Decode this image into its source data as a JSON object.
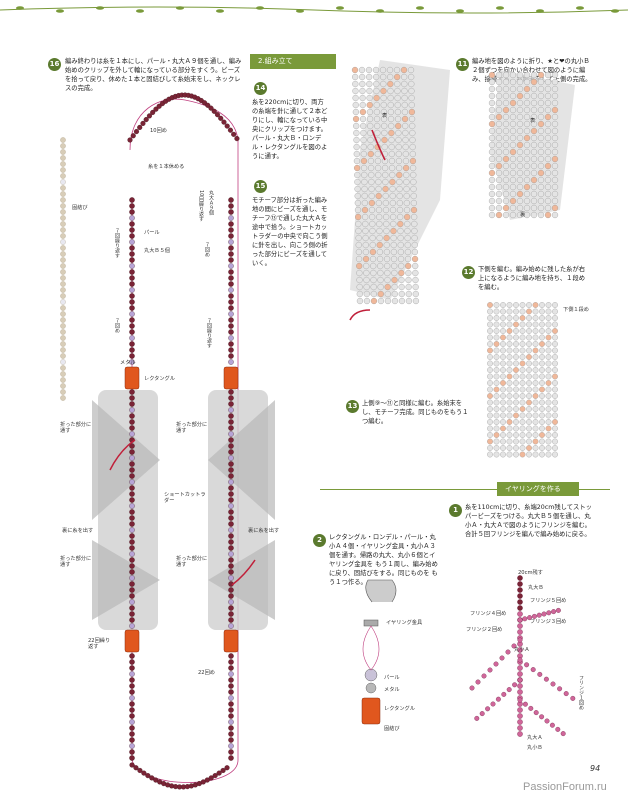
{
  "page_number": "94",
  "watermark": "PassionForum.ru",
  "section_assembly": "2.組み立て",
  "section_earring": "イヤリングを作る",
  "steps": {
    "s16": {
      "num": "16",
      "text": "編み終わりは糸を１本にし、パール・丸大Ａ９個を通し、編み始めのクリップを外して輪になっている部分をすくう。ビーズを拾って戻り、休めた１本と固結びして糸始末をし、ネックレスの完成。"
    },
    "s14": {
      "num": "14",
      "text": "糸を220cmに切り、両方の糸端を針に通して２本どりにし、輪になっている中央にクリップをつけます。パール・丸大Ｂ・ロンデル・レクタングルを図のように通す。"
    },
    "s15": {
      "num": "15",
      "text": "モチーフ部分は折った編み地の間にビーズを通し、モチーフ⑬で通した丸大Ａを途中で拾う。ショートカットラダーの中央で向こう側に針を出し、向こう側の折った部分にビーズを通していく。"
    },
    "s11": {
      "num": "11",
      "text": "編み地を図のように折り、★と❤の丸小Ｂ２個ずつを向かい合わせて図のように編み、接続する。糸始末をして上側の完成。"
    },
    "s12": {
      "num": "12",
      "text": "下側を編む。編み始めに残した糸が右上になるように編み地を持ち、１段めを編む。"
    },
    "s13": {
      "num": "13",
      "text": "上側⑨～⑪と同様に編む。糸始末をし、モチーフ完成。同じものをもう１つ編む。"
    },
    "e1": {
      "num": "1",
      "text": "糸を110cmに切り、糸端20cm残してストッパービーズをつける。丸大Ｂ５個を通し、丸小Ａ・丸大Ａで図のようにフリンジを編む。合計５回フリンジを編んで編み始めに戻る。"
    },
    "e2": {
      "num": "2",
      "text": "レクタングル・ロンデル・パール・丸小Ａ４個・イヤリング金具・丸小Ａ３個を通す。帰路の丸大、丸小６個とイヤリング金具を もう１周し、編み始めに戻り、固結びをする。同じものを もう１つ作る。"
    }
  },
  "labels": {
    "ten_rows": "10回め",
    "one_strand_rest": "糸を１本休める",
    "ten_repeat": "10回繰り返す",
    "maru_a9": "丸大Ａ９個",
    "knot": "固結び",
    "pearl": "パール",
    "maru_b5": "丸大Ｂ５個",
    "seven_repeat_a": "７回繰り返す",
    "seven_rows_a": "７回め",
    "seven_repeat_b": "７回繰り返す",
    "seven_rows_b": "７回め",
    "metal": "メタル",
    "rectangle": "レクタングル",
    "fold_through_l": "折った部分に通す",
    "fold_through_r": "折った部分に通す",
    "shortcut_ladder": "ショートカットラダー",
    "back_thread_l": "裏に糸を出す",
    "back_thread_r": "裏に糸を出す",
    "fold_through_l2": "折った部分に通す",
    "fold_through_r2": "折った部分に通す",
    "twentytwo_repeat": "22回繰り返す",
    "twentytwo_rows": "22回め",
    "front": "表",
    "back": "裏",
    "lower_row1": "下側１段め",
    "earring_hook": "イヤリング金具",
    "pearl_e": "パール",
    "metal_e": "メタル",
    "rect_e": "レクタングル",
    "knot_e": "固結び",
    "leave20": "20cm残す",
    "maru_b": "丸大Ｂ",
    "fringe5": "フリンジ５回め",
    "fringe4": "フリンジ４回め",
    "fringe3": "フリンジ３回め",
    "fringe2": "フリンジ２回め",
    "maru_small_a": "丸小Ａ",
    "fringe1": "フリンジ１回め",
    "maru_big_a": "丸大Ａ",
    "maru_small_b": "丸小Ｂ"
  },
  "colors": {
    "accent_green": "#5b7a2e",
    "bead_dark": "#7a2436",
    "bead_pink": "#d0669a",
    "rectangle": "#e0571e"
  }
}
